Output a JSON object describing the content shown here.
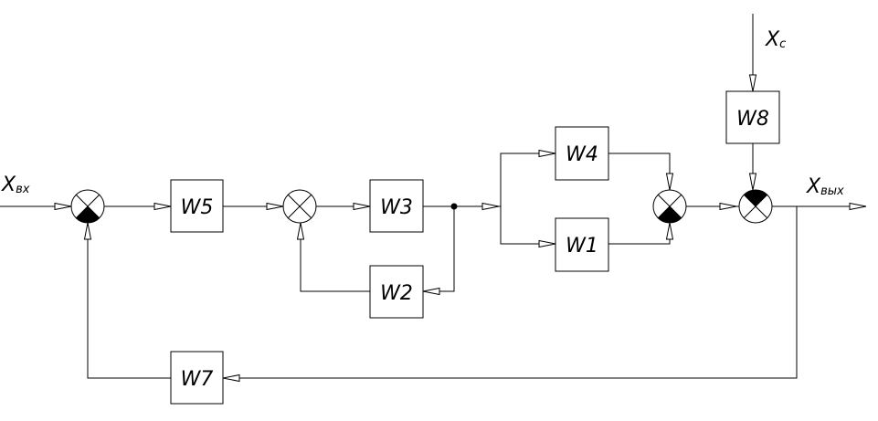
{
  "signals": {
    "input": {
      "main": "X",
      "sub": "вх"
    },
    "output": {
      "main": "X",
      "sub": "вых"
    },
    "disturbance": {
      "main": "X",
      "sub": "c"
    }
  },
  "blocks": {
    "w1": "W1",
    "w2": "W2",
    "w3": "W3",
    "w4": "W4",
    "w5": "W5",
    "w7": "W7",
    "w8": "W8"
  }
}
